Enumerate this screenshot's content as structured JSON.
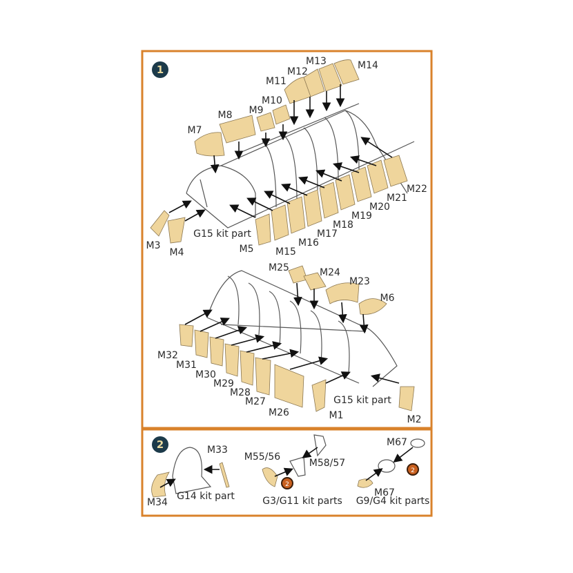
{
  "colors": {
    "border": "#d9822b",
    "mask": "#efd59c",
    "badge": "#1c3a4a"
  },
  "step1": {
    "badge": "1",
    "upper": {
      "labels": [
        "M13",
        "M14",
        "M12",
        "M11",
        "M10",
        "M9",
        "M8",
        "M7",
        "M22",
        "M21",
        "M20",
        "M19",
        "M18",
        "M17",
        "M16",
        "M15",
        "M5",
        "M4",
        "M3"
      ],
      "kit_part": "G15 kit part"
    },
    "lower": {
      "labels": [
        "M25",
        "M24",
        "M23",
        "M6",
        "M32",
        "M31",
        "M30",
        "M29",
        "M28",
        "M27",
        "M26",
        "M1",
        "M2"
      ],
      "kit_part": "G15 kit part"
    }
  },
  "step2": {
    "badge": "2",
    "group1": {
      "labels": [
        "M33",
        "M34"
      ],
      "kit_part": "G14 kit part"
    },
    "group2": {
      "labels": [
        "M55/56",
        "M58/57"
      ],
      "kit_part": "G3/G11 kit parts"
    },
    "group3": {
      "labels": [
        "M67",
        "M67"
      ],
      "kit_part": "G9/G4 kit parts"
    },
    "ref_badge": "2"
  }
}
